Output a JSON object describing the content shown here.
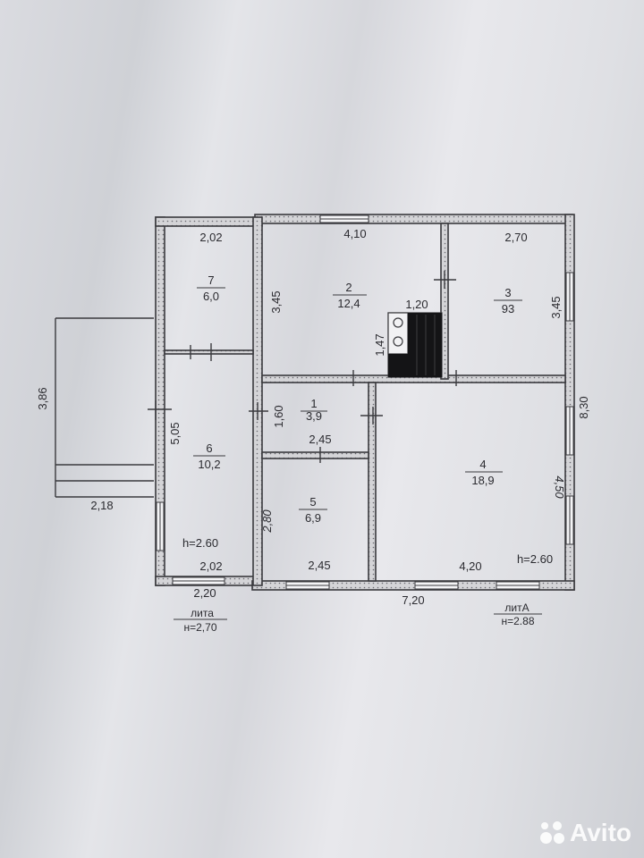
{
  "labels": {
    "top_left": "2,02",
    "top_mid": "4,10",
    "top_right": "2,70",
    "stove": "1,20",
    "stove_side": "1,47",
    "left_h_345": "3,45",
    "right_h_345": "3,45",
    "porch_h": "3,86",
    "porch_w": "2,18",
    "room6_h": "5,05",
    "room1_h": "1,60",
    "room1_w": "2,45",
    "room5_h": "2,80",
    "room5_w": "2,45",
    "room4_w": "4,20",
    "room4_h": "4,50",
    "total_h": "8,30",
    "bottom_left_inner": "2,02",
    "bottom_left_outer": "2,20",
    "bottom_total": "7,20",
    "h_left": "h=2.60",
    "h_right": "h=2.60"
  },
  "rooms": [
    {
      "num": "7",
      "area": "6,0"
    },
    {
      "num": "2",
      "area": "12,4"
    },
    {
      "num": "3",
      "area": "93"
    },
    {
      "num": "1",
      "area": "3,9"
    },
    {
      "num": "6",
      "area": "10,2"
    },
    {
      "num": "5",
      "area": "6,9"
    },
    {
      "num": "4",
      "area": "18,9"
    }
  ],
  "lit_a_left": {
    "name": "лита",
    "height": "н=2,70"
  },
  "lit_a_right": {
    "name": "литА",
    "height": "н=2.88"
  },
  "watermark": {
    "text": "Avito"
  },
  "colors": {
    "paper": "#dcdde1",
    "ink": "#2b2b30",
    "wall_fill": "#c9c9cc"
  }
}
